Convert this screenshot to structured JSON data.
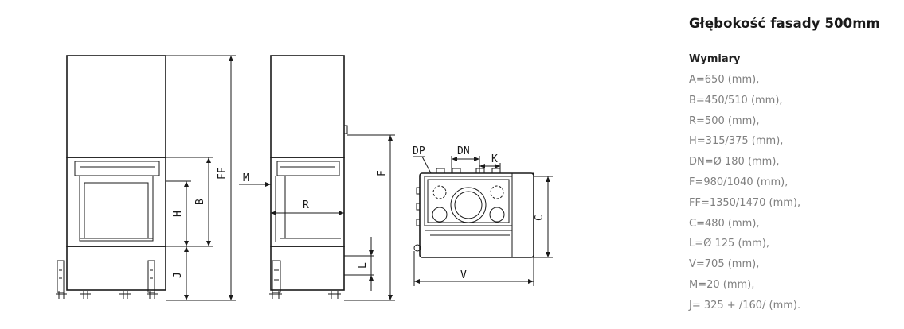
{
  "title": "Głębokość fasady 500mm",
  "dimensions_heading": "Wymiary",
  "dimensions": [
    "A=650 (mm),",
    "B=450/510 (mm),",
    "R=500 (mm),",
    "H=315/375 (mm),",
    "DN=Ø 180 (mm),",
    "F=980/1040 (mm),",
    "FF=1350/1470 (mm),",
    "C=480 (mm),",
    "L=Ø 125 (mm),",
    "V=705 (mm),",
    "M=20 (mm),",
    "J= 325 + /160/ (mm)."
  ],
  "drawing_labels": {
    "ff": "FF",
    "b": "B",
    "h": "H",
    "j": "J",
    "m": "M",
    "r": "R",
    "f": "F",
    "l": "L",
    "dp": "DP",
    "dn": "DN",
    "k": "K",
    "c": "C",
    "v": "V"
  }
}
